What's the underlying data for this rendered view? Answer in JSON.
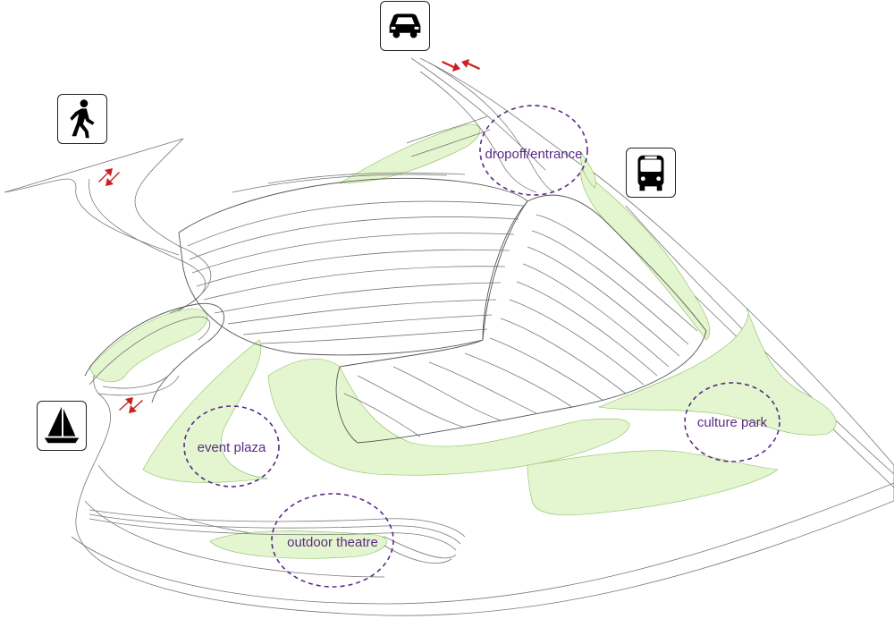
{
  "transport_icons": [
    {
      "id": "car",
      "icon": "car-icon"
    },
    {
      "id": "pedestrian",
      "icon": "pedestrian-icon"
    },
    {
      "id": "bus",
      "icon": "bus-icon"
    },
    {
      "id": "boat",
      "icon": "sailboat-icon"
    }
  ],
  "zones": {
    "dropoff": "dropoff/entrance",
    "event_plaza": "event plaza",
    "culture_park": "culture park",
    "outdoor_theatre": "outdoor theatre"
  },
  "colors": {
    "zone_label": "#5b2a86",
    "landscape_green": "#e4f6cf",
    "arrow_red": "#cc1f1f"
  }
}
